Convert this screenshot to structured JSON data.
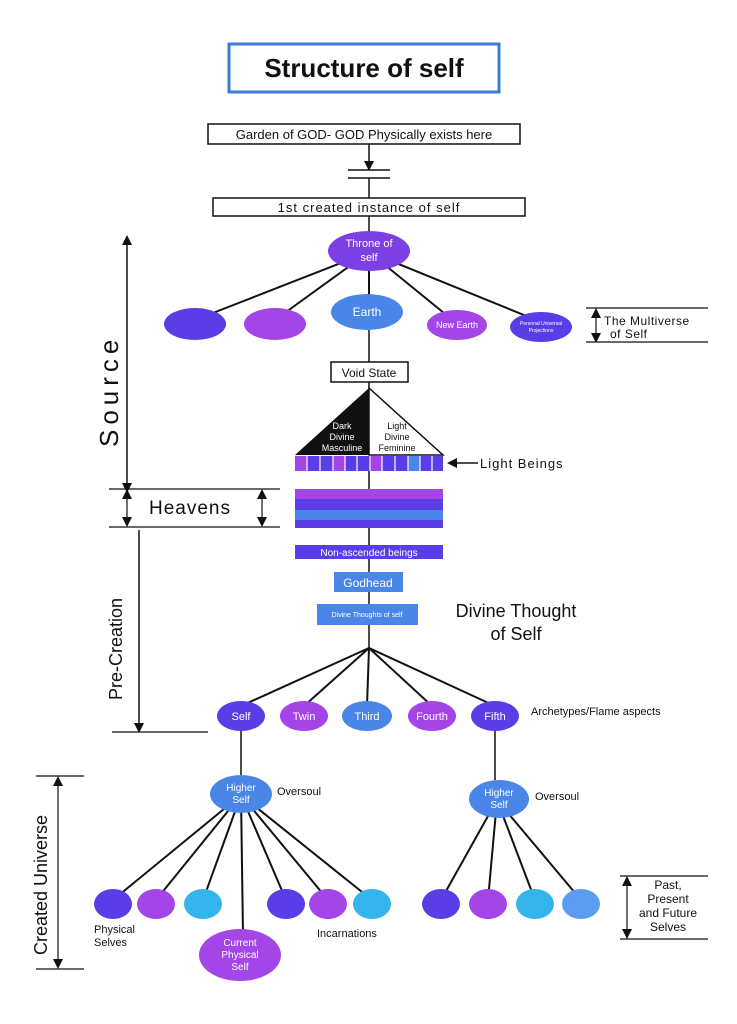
{
  "title": "Structure of self",
  "top_box": "Garden of GOD- GOD Physically exists here",
  "first_instance": "1st created instance of self",
  "throne": [
    "Throne of",
    "self"
  ],
  "multiverse_nodes": {
    "earth": "Earth",
    "new_earth": "New Earth",
    "personal": [
      "Personal Universal",
      "Projections"
    ]
  },
  "multiverse_label": [
    "The Multiverse",
    "of Self"
  ],
  "void_state": "Void State",
  "dark_divine": [
    "Dark",
    "Divine",
    "Masculine"
  ],
  "light_divine": [
    "Light",
    "Divine",
    "Feminine"
  ],
  "light_beings": "Light Beings",
  "source_label": "Source",
  "heavens_label": "Heavens",
  "non_ascended": "Non-ascended beings",
  "godhead": "Godhead",
  "divine_thoughts_box": "Divine Thoughts of self",
  "divine_thought_label": [
    "Divine Thought",
    "of Self"
  ],
  "pre_creation_label": "Pre-Creation",
  "archetypes": [
    "Self",
    "Twin",
    "Third",
    "Fourth",
    "Fifth"
  ],
  "archetypes_label": "Archetypes/Flame aspects",
  "higher_self": [
    "Higher",
    "Self"
  ],
  "oversoul": "Oversoul",
  "created_universe_label": "Created Universe",
  "physical_selves": [
    "Physical",
    "Selves"
  ],
  "current_physical_self": [
    "Current",
    "Physical",
    "Self"
  ],
  "incarnations": "Incarnations",
  "past_present_future": [
    "Past,",
    "Present",
    "and  Future",
    "Selves"
  ],
  "colors": {
    "purple": "#7b3fe4",
    "magenta": "#a445e8",
    "blue": "#4a86e8",
    "indigo": "#5b3de8",
    "cyan": "#35b4ec",
    "lightblue": "#5a9cf0",
    "title_border": "#3d7bd8"
  }
}
